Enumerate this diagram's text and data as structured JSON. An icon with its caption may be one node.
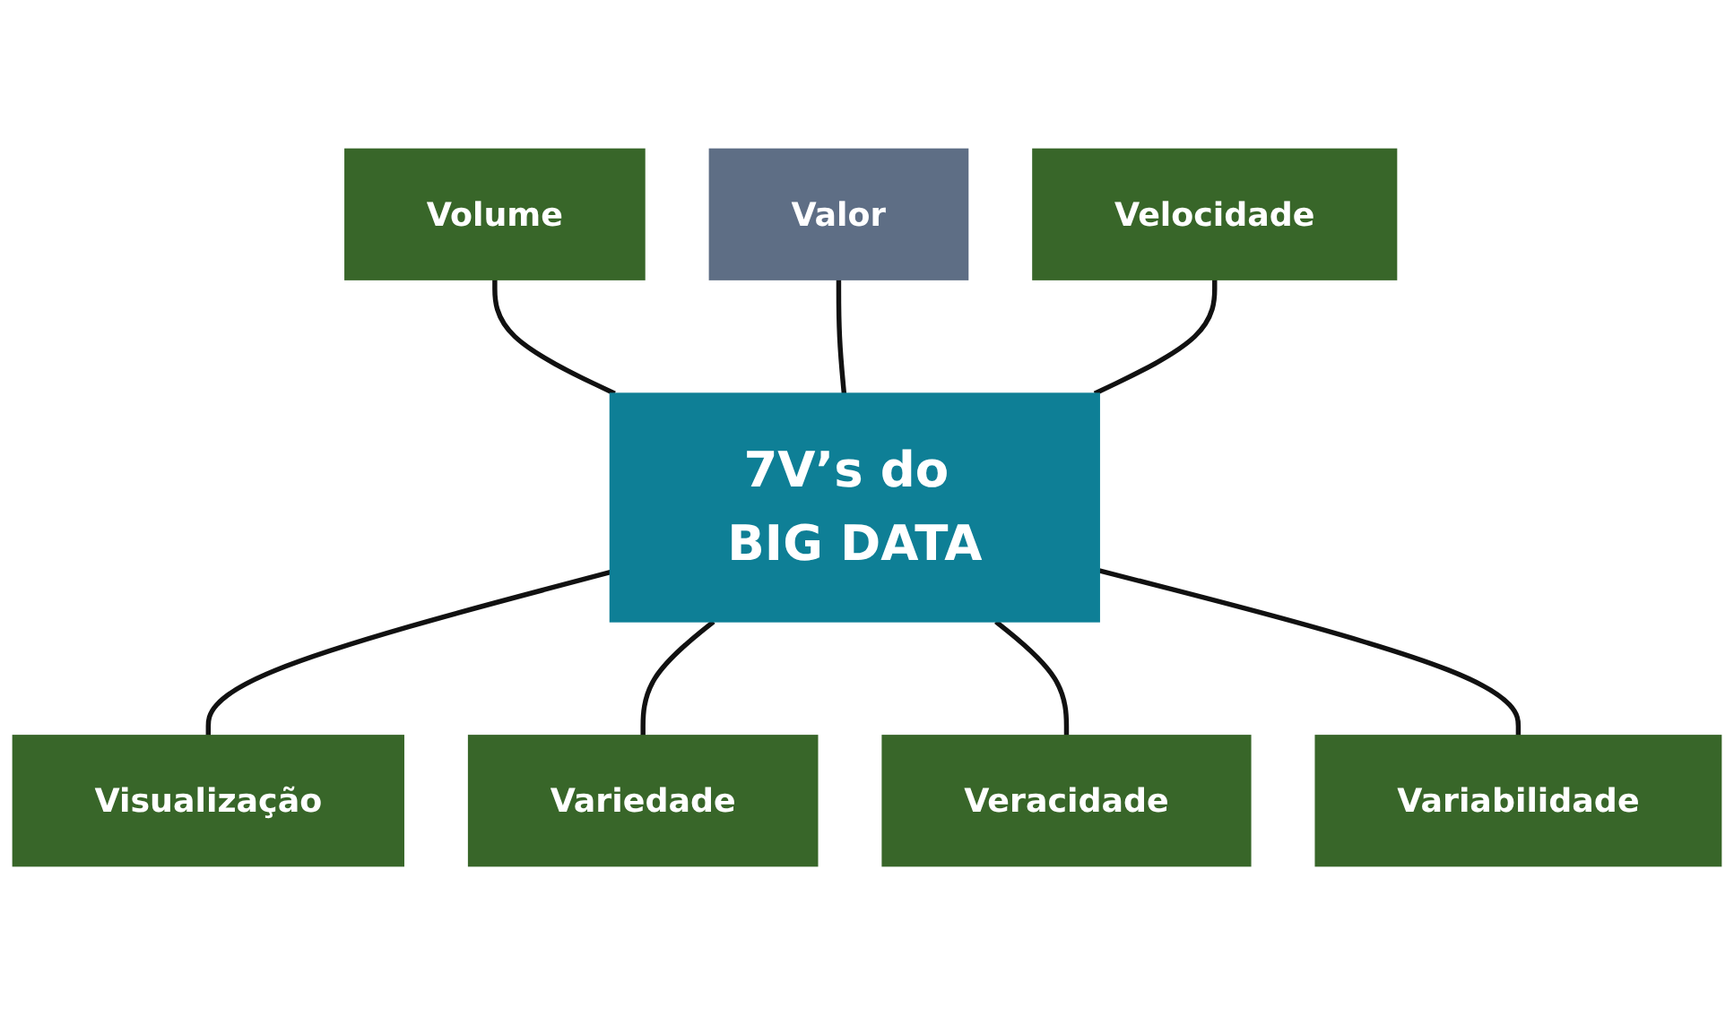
{
  "diagram": {
    "nodes": [
      {
        "text": [
          "Volume"
        ]
      },
      {
        "text": [
          "Valor"
        ]
      },
      {
        "text": [
          "Velocidade"
        ]
      },
      {
        "text": [
          "7V’s do BIG DATA"
        ]
      },
      {
        "text": [
          "Visualização"
        ]
      },
      {
        "text": [
          "Variedade"
        ]
      },
      {
        "text": [
          "Veracidade"
        ]
      },
      {
        "text": [
          "Variabilidade"
        ]
      }
    ],
    "edges": [
      {
        "from": 0,
        "to": 3,
        "arrow": "none"
      },
      {
        "from": 1,
        "to": 3,
        "arrow": "none"
      },
      {
        "from": 2,
        "to": 3,
        "arrow": "none"
      },
      {
        "from": 3,
        "to": 4,
        "arrow": "none"
      },
      {
        "from": 3,
        "to": 5,
        "arrow": "none"
      },
      {
        "from": 3,
        "to": 6,
        "arrow": "none"
      },
      {
        "from": 3,
        "to": 7,
        "arrow": "none"
      }
    ]
  }
}
